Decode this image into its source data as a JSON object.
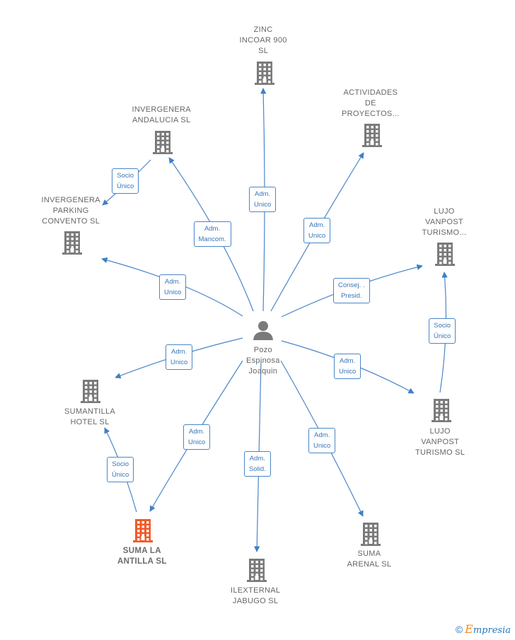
{
  "center": {
    "name": "Pozo\nEspinosa\nJoaquin",
    "icon": "person-icon"
  },
  "colors": {
    "edge": "#4a86c8",
    "building": "#7a7a7a",
    "highlight": "#f05a28",
    "label": "#666666"
  },
  "nodes": [
    {
      "id": "zinc",
      "name": "ZINC\nINCOAR 900\nSL",
      "icon": "building-icon"
    },
    {
      "id": "actividades",
      "name": "ACTIVIDADES\nDE\nPROYECTOS...",
      "icon": "building-icon"
    },
    {
      "id": "invergenera_andalucia",
      "name": "INVERGENERA\nANDALUCIA  SL",
      "icon": "building-icon"
    },
    {
      "id": "invergenera_parking",
      "name": "INVERGENERA\nPARKING\nCONVENTO  SL",
      "icon": "building-icon"
    },
    {
      "id": "lujo_turismo_dots",
      "name": "LUJO\nVANPOST\nTURISMO...",
      "icon": "building-icon"
    },
    {
      "id": "lujo_turismo_sl",
      "name": "LUJO\nVANPOST\nTURISMO  SL",
      "icon": "building-icon"
    },
    {
      "id": "sumantilla",
      "name": "SUMANTILLA\nHOTEL  SL",
      "icon": "building-icon"
    },
    {
      "id": "suma_antilla",
      "name": "SUMA LA\nANTILLA  SL",
      "icon": "building-icon",
      "highlight": true
    },
    {
      "id": "ilexternal",
      "name": "ILEXTERNAL\nJABUGO  SL",
      "icon": "building-icon"
    },
    {
      "id": "suma_arenal",
      "name": "SUMA\nARENAL  SL",
      "icon": "building-icon"
    }
  ],
  "edges": [
    {
      "id": "e_zinc",
      "label": "Adm.\nUnico"
    },
    {
      "id": "e_actividades",
      "label": "Adm.\nUnico"
    },
    {
      "id": "e_andalucia",
      "label": "Adm.\nMancom."
    },
    {
      "id": "e_parking",
      "label": "Adm.\nUnico"
    },
    {
      "id": "e_lujo_dots",
      "label": "Consej. .\nPresid."
    },
    {
      "id": "e_lujo_sl",
      "label": "Adm.\nUnico"
    },
    {
      "id": "e_sumantilla",
      "label": "Adm.\nUnico"
    },
    {
      "id": "e_suma_antilla",
      "label": "Adm.\nUnico"
    },
    {
      "id": "e_ilexternal",
      "label": "Adm.\nSolid."
    },
    {
      "id": "e_arenal",
      "label": "Adm.\nUnico"
    },
    {
      "id": "e_socio_parking",
      "label": "Socio\nÚnico"
    },
    {
      "id": "e_socio_lujo",
      "label": "Socio\nÚnico"
    },
    {
      "id": "e_socio_sumantilla",
      "label": "Socio\nÚnico"
    }
  ],
  "brand": {
    "symbol": "©",
    "first": "E",
    "rest": "mpresia"
  }
}
